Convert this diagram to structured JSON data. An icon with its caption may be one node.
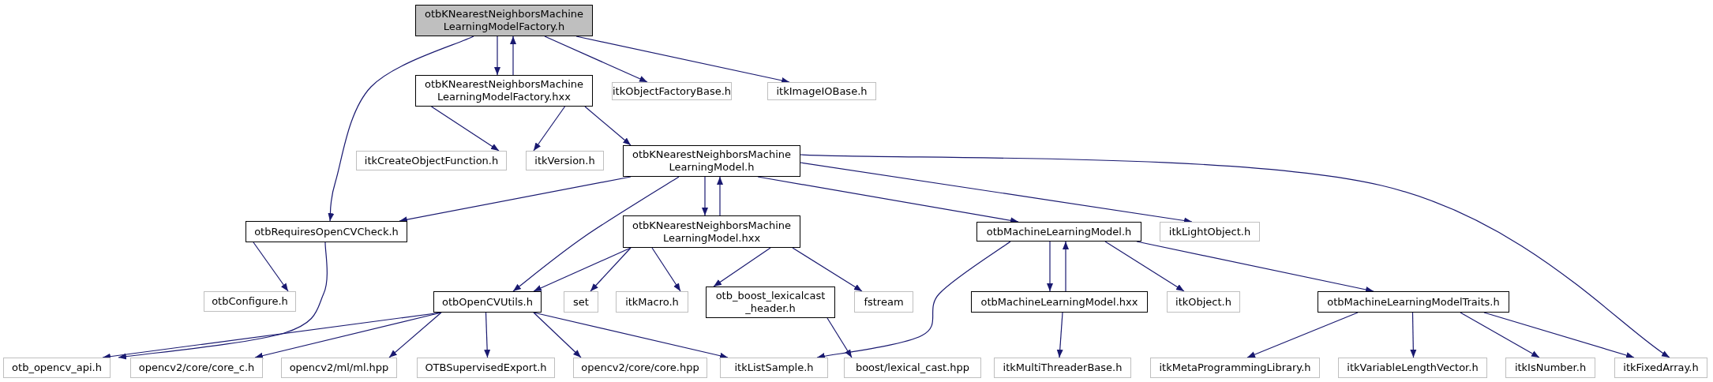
{
  "diagram": {
    "nodes": [
      {
        "text": [
          "otbKNearestNeighborsMachine LearningModelFactory.h"
        ]
      },
      {
        "text": [
          "otbKNearestNeighborsMachine LearningModelFactory.hxx"
        ]
      },
      {
        "text": [
          "itkObjectFactoryBase.h"
        ]
      },
      {
        "text": [
          "itkImageIOBase.h"
        ]
      },
      {
        "text": [
          "itkCreateObjectFunction.h"
        ]
      },
      {
        "text": [
          "itkVersion.h"
        ]
      },
      {
        "text": [
          "otbKNearestNeighborsMachine LearningModel.h"
        ]
      },
      {
        "text": [
          "otbRequiresOpenCVCheck.h"
        ]
      },
      {
        "text": [
          "otbKNearestNeighborsMachine LearningModel.hxx"
        ]
      },
      {
        "text": [
          "otbMachineLearningModel.h"
        ]
      },
      {
        "text": [
          "itkLightObject.h"
        ]
      },
      {
        "text": [
          "otbConfigure.h"
        ]
      },
      {
        "text": [
          "otbOpenCVUtils.h"
        ]
      },
      {
        "text": [
          "set"
        ]
      },
      {
        "text": [
          "itkMacro.h"
        ]
      },
      {
        "text": [
          "otb_boost_lexicalcast _header.h"
        ]
      },
      {
        "text": [
          "fstream"
        ]
      },
      {
        "text": [
          "otbMachineLearningModel.hxx"
        ]
      },
      {
        "text": [
          "itkObject.h"
        ]
      },
      {
        "text": [
          "otbMachineLearningModelTraits.h"
        ]
      },
      {
        "text": [
          "otb_opencv_api.h"
        ]
      },
      {
        "text": [
          "opencv2/core/core_c.h"
        ]
      },
      {
        "text": [
          "opencv2/ml/ml.hpp"
        ]
      },
      {
        "text": [
          "OTBSupervisedExport.h"
        ]
      },
      {
        "text": [
          "opencv2/core/core.hpp"
        ]
      },
      {
        "text": [
          "itkListSample.h"
        ]
      },
      {
        "text": [
          "boost/lexical_cast.hpp"
        ]
      },
      {
        "text": [
          "itkMultiThreaderBase.h"
        ]
      },
      {
        "text": [
          "itkMetaProgrammingLibrary.h"
        ]
      },
      {
        "text": [
          "itkVariableLengthVector.h"
        ]
      },
      {
        "text": [
          "itkIsNumber.h"
        ]
      },
      {
        "text": [
          "itkFixedArray.h"
        ]
      }
    ],
    "edges": [
      {
        "from": 0,
        "to": 1,
        "arrow": "to"
      },
      {
        "from": 1,
        "to": 0,
        "arrow": "to"
      },
      {
        "from": 0,
        "to": 2,
        "arrow": "to"
      },
      {
        "from": 0,
        "to": 3,
        "arrow": "to"
      },
      {
        "from": 0,
        "to": 7,
        "arrow": "to"
      },
      {
        "from": 1,
        "to": 4,
        "arrow": "to"
      },
      {
        "from": 1,
        "to": 5,
        "arrow": "to"
      },
      {
        "from": 1,
        "to": 6,
        "arrow": "to"
      },
      {
        "from": 6,
        "to": 7,
        "arrow": "to"
      },
      {
        "from": 6,
        "to": 12,
        "arrow": "to"
      },
      {
        "from": 6,
        "to": 8,
        "arrow": "to"
      },
      {
        "from": 8,
        "to": 6,
        "arrow": "to"
      },
      {
        "from": 6,
        "to": 9,
        "arrow": "to"
      },
      {
        "from": 6,
        "to": 10,
        "arrow": "to"
      },
      {
        "from": 6,
        "to": 31,
        "arrow": "to"
      },
      {
        "from": 7,
        "to": 11,
        "arrow": "to"
      },
      {
        "from": 7,
        "to": 20,
        "arrow": "to"
      },
      {
        "from": 8,
        "to": 12,
        "arrow": "to"
      },
      {
        "from": 8,
        "to": 13,
        "arrow": "to"
      },
      {
        "from": 8,
        "to": 14,
        "arrow": "to"
      },
      {
        "from": 8,
        "to": 15,
        "arrow": "to"
      },
      {
        "from": 8,
        "to": 16,
        "arrow": "to"
      },
      {
        "from": 9,
        "to": 25,
        "arrow": "to"
      },
      {
        "from": 9,
        "to": 17,
        "arrow": "to"
      },
      {
        "from": 17,
        "to": 9,
        "arrow": "to"
      },
      {
        "from": 9,
        "to": 18,
        "arrow": "to"
      },
      {
        "from": 9,
        "to": 19,
        "arrow": "to"
      },
      {
        "from": 12,
        "to": 20,
        "arrow": "to"
      },
      {
        "from": 12,
        "to": 21,
        "arrow": "to"
      },
      {
        "from": 12,
        "to": 22,
        "arrow": "to"
      },
      {
        "from": 12,
        "to": 23,
        "arrow": "to"
      },
      {
        "from": 12,
        "to": 24,
        "arrow": "to"
      },
      {
        "from": 12,
        "to": 25,
        "arrow": "to"
      },
      {
        "from": 15,
        "to": 26,
        "arrow": "to"
      },
      {
        "from": 17,
        "to": 27,
        "arrow": "to"
      },
      {
        "from": 19,
        "to": 28,
        "arrow": "to"
      },
      {
        "from": 19,
        "to": 29,
        "arrow": "to"
      },
      {
        "from": 19,
        "to": 30,
        "arrow": "to"
      },
      {
        "from": 19,
        "to": 31,
        "arrow": "to"
      }
    ]
  }
}
